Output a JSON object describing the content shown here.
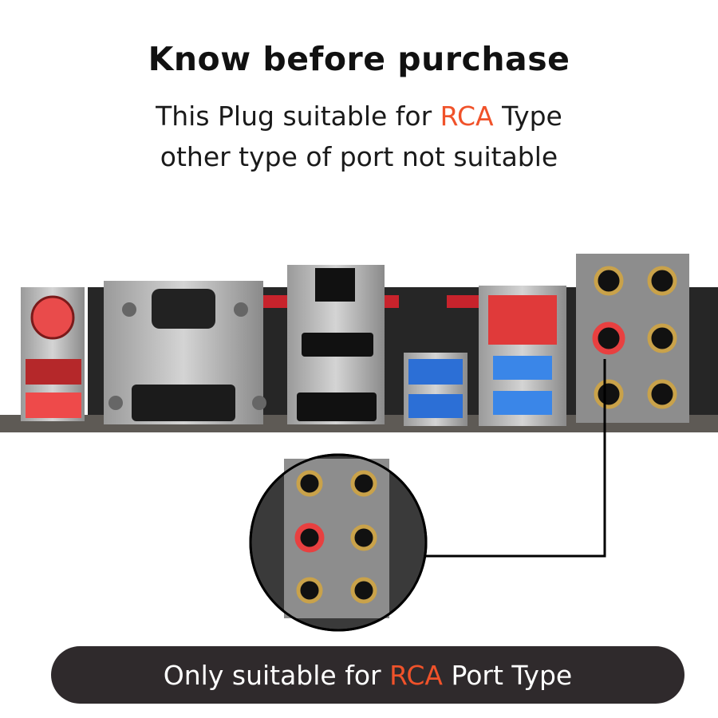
{
  "header": {
    "title": "Know before purchase"
  },
  "description": {
    "line1_pre": "This Plug suitable for ",
    "line1_highlight": "RCA",
    "line1_post": " Type",
    "line2": "other type of port not suitable"
  },
  "banner": {
    "pre": "Only suitable for ",
    "highlight": "RCA",
    "post": " Port Type"
  },
  "colors": {
    "accent": "#f0522a",
    "banner_bg": "#2f2a2c"
  },
  "image": {
    "subject": "motherboard-rear-io-panel",
    "callout": "rca-audio-jack-zoom"
  }
}
